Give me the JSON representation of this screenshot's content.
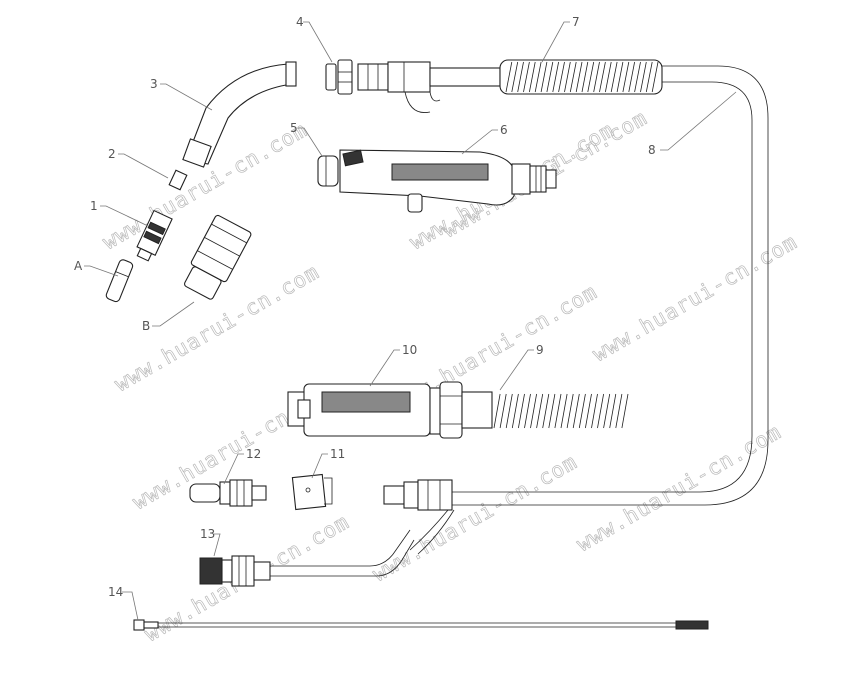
{
  "watermark": "www.huarui-cn.com",
  "labels": {
    "p1": "1",
    "p2": "2",
    "p3": "3",
    "p4": "4",
    "p5": "5",
    "p6": "6",
    "p7": "7",
    "p8": "8",
    "p9": "9",
    "p10": "10",
    "p11": "11",
    "p12": "12",
    "p13": "13",
    "p14": "14",
    "pA": "A",
    "pB": "B"
  }
}
